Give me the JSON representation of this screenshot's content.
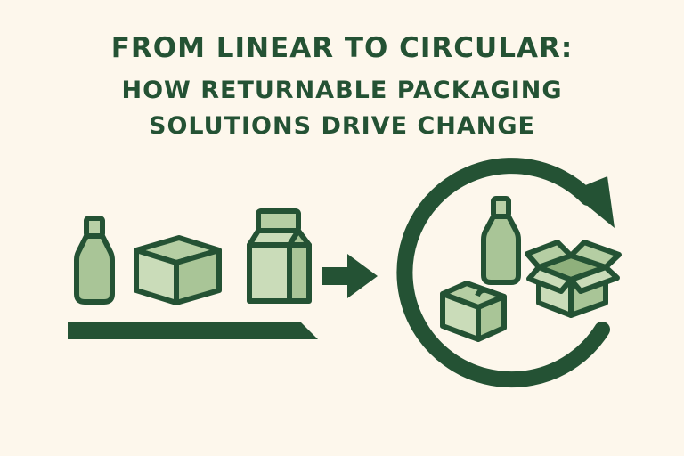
{
  "title": {
    "line1": "FROM LINEAR TO CIRCULAR:",
    "line2": "HOW RETURNABLE PACKAGING",
    "line3": "SOLUTIONS DRIVE CHANGE"
  },
  "diagram": {
    "linear_section": {
      "items": [
        "bottle",
        "box",
        "milk-carton"
      ],
      "base": "conveyor-bar"
    },
    "transition": "right-arrow",
    "circular_section": {
      "items": [
        "bottle",
        "closed-box",
        "open-box"
      ],
      "loop": "circular-arrow"
    }
  },
  "colors": {
    "background": "#fdf7ec",
    "dark_green": "#245234",
    "light_green": "#c9dbb8",
    "mid_green": "#a9c597"
  }
}
